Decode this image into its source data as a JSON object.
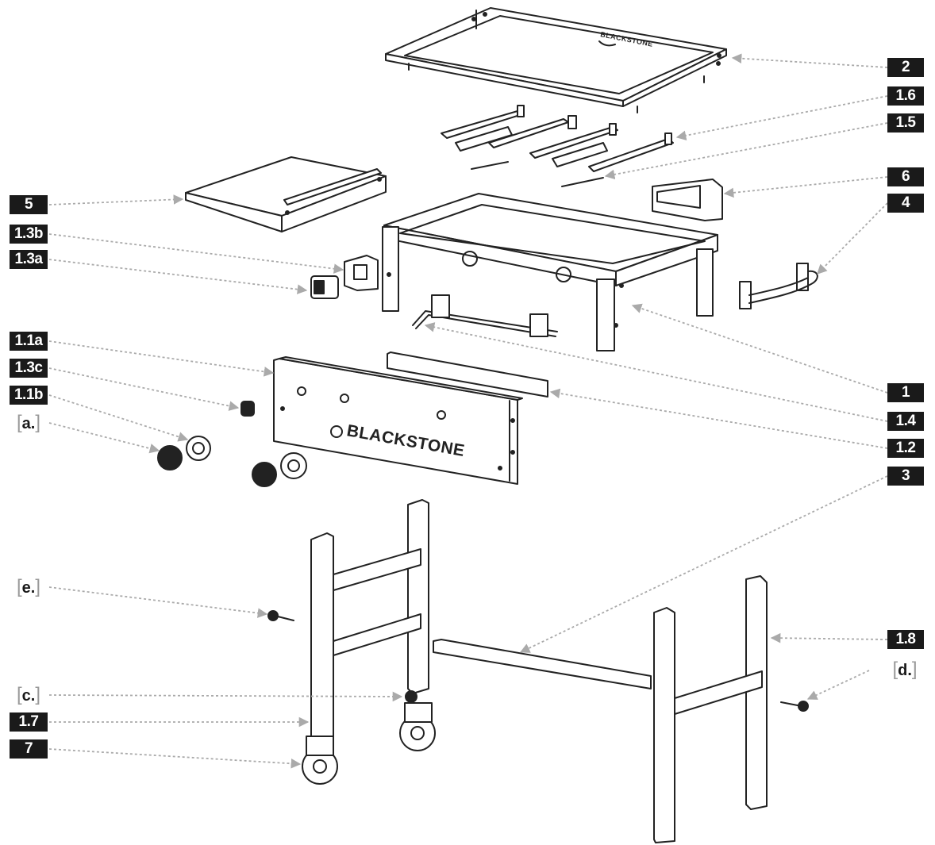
{
  "brand_lid": "BLACKSTONE",
  "brand_panel": "BLACKSTONE",
  "labels_right": [
    {
      "id": "2",
      "text": "2"
    },
    {
      "id": "1.6",
      "text": "1.6"
    },
    {
      "id": "1.5",
      "text": "1.5"
    },
    {
      "id": "6",
      "text": "6"
    },
    {
      "id": "4",
      "text": "4"
    },
    {
      "id": "1",
      "text": "1"
    },
    {
      "id": "1.4",
      "text": "1.4"
    },
    {
      "id": "1.2",
      "text": "1.2"
    },
    {
      "id": "3",
      "text": "3"
    },
    {
      "id": "1.8",
      "text": "1.8"
    }
  ],
  "labels_left": [
    {
      "id": "5",
      "text": "5"
    },
    {
      "id": "1.3b",
      "text": "1.3b"
    },
    {
      "id": "1.3a",
      "text": "1.3a"
    },
    {
      "id": "1.1a",
      "text": "1.1a"
    },
    {
      "id": "1.3c",
      "text": "1.3c"
    },
    {
      "id": "1.1b",
      "text": "1.1b"
    },
    {
      "id": "1.7",
      "text": "1.7"
    },
    {
      "id": "7",
      "text": "7"
    }
  ],
  "labels_bracket": [
    {
      "id": "a",
      "text": "a."
    },
    {
      "id": "e",
      "text": "e."
    },
    {
      "id": "c",
      "text": "c."
    },
    {
      "id": "d",
      "text": "d."
    }
  ],
  "colors": {
    "label_fill": "#1a1a1a",
    "label_text": "#ffffff",
    "line": "#222222",
    "leader": "#aaaaaa"
  }
}
